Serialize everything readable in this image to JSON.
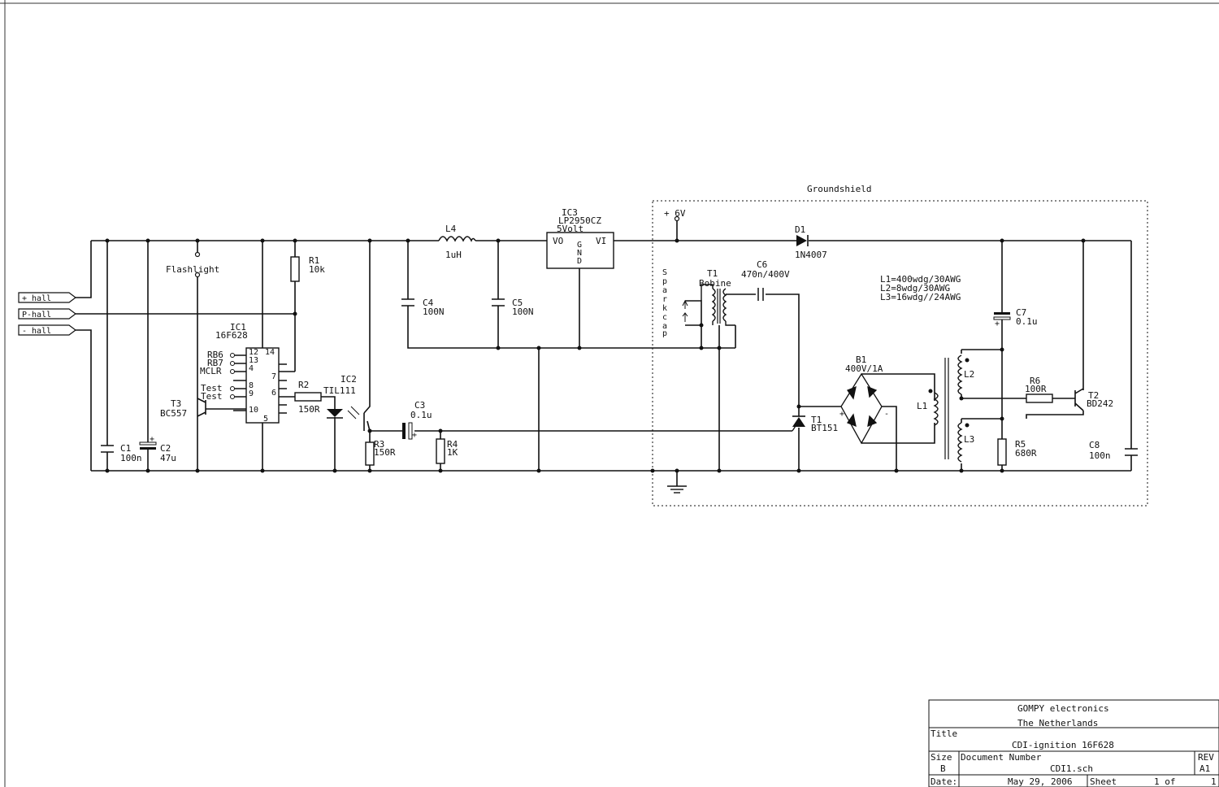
{
  "groundshield_label": "Groundshield",
  "connectors": [
    {
      "label": "+ hall"
    },
    {
      "label": "P-hall"
    },
    {
      "label": "- hall"
    }
  ],
  "labels": {
    "flashlight": "Flashlight",
    "r1": "R1",
    "r1v": "10k",
    "ic1": "IC1",
    "ic1v": "16F628",
    "ic1_pins_left": [
      "RB6",
      "RB7",
      "MCLR",
      "Test",
      "Test"
    ],
    "ic1_pin_nums": [
      "12",
      "14",
      "13",
      "4",
      "8",
      "9",
      "10",
      "7",
      "6",
      "5"
    ],
    "t3": "T3",
    "t3v": "BC557",
    "c1": "C1",
    "c1v": "100n",
    "c2": "C2",
    "c2v": "47u",
    "r2": "R2",
    "r2v": "150R",
    "ic2": "IC2",
    "ic2v": "TIL111",
    "r3": "R3",
    "r3v": "150R",
    "c3": "C3",
    "c3v": "0.1u",
    "r4": "R4",
    "r4v": "1K",
    "l4": "L4",
    "l4v": "1uH",
    "c4": "C4",
    "c4v": "100N",
    "c5": "C5",
    "c5v": "100N",
    "ic3": "IC3",
    "ic3v": "LP2950CZ",
    "ic3v2": "5Volt",
    "vo": "VO",
    "vi": "VI",
    "gnd": [
      "G",
      "N",
      "D"
    ],
    "plus6v": "+ 6V",
    "sparkcap": [
      "S",
      "p",
      "a",
      "r",
      "k",
      "c",
      "a",
      "p"
    ],
    "t1": "T1",
    "t1v": "Bobine",
    "c6": "C6",
    "c6v": "470n/400V",
    "d1": "D1",
    "d1v": "1N4007",
    "coil_notes": [
      "L1=400wdg/30AWG",
      "L2=8wdg/30AWG",
      "L3=16wdg//24AWG"
    ],
    "c7": "C7",
    "c7v": "0.1u",
    "b1": "B1",
    "b1v": "400V/1A",
    "l1": "L1",
    "l2": "L2",
    "l3": "L3",
    "r6": "R6",
    "r6v": "100R",
    "t2": "T2",
    "t2v": "BD242",
    "thy": "T1",
    "thyv": "BT151",
    "r5": "R5",
    "r5v": "680R",
    "c8": "C8",
    "c8v": "100n"
  },
  "title_block": {
    "company": "GOMPY electronics",
    "country": "The Netherlands",
    "title_label": "Title",
    "title": "CDI-ignition 16F628",
    "size_label": "Size",
    "size": "B",
    "docnum_label": "Document Number",
    "docnum": "CDI1.sch",
    "rev_label": "REV",
    "rev": "A1",
    "date_label": "Date:",
    "date": "May 29, 2006",
    "sheet_label": "Sheet",
    "sheet": "1 of",
    "sheet_total": "1"
  }
}
